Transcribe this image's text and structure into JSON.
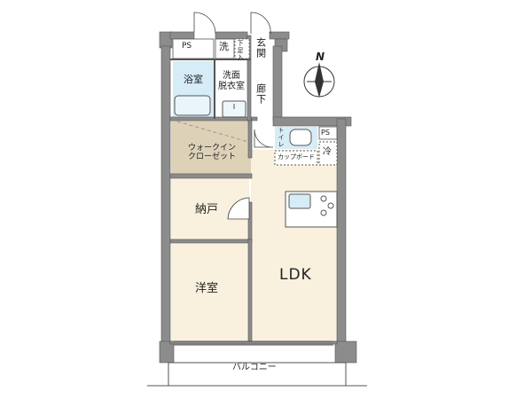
{
  "floor_plan": {
    "rooms": {
      "ps_top": "PS",
      "laundry": "洗",
      "shoe_storage": "下足入",
      "entrance": "玄関",
      "bath": "浴室",
      "washroom": "洗面\n脱衣室",
      "hallway": "廊下",
      "walk_in_closet": "ウォークイン\nクローゼット",
      "toilet": "トイレ",
      "ps_right": "PS",
      "cupboard": "カップボード",
      "fridge": "冷",
      "storage": "納戸",
      "western_room": "洋室",
      "ldk": "LDK",
      "balcony": "バルコニー"
    },
    "compass": {
      "north_label": "N"
    },
    "colors": {
      "wall": "#8c8c8c",
      "closet_fill": "#ddd1b8",
      "floor_fill": "#f9f0de",
      "wet_fill": "#d6ecf6",
      "white_fill": "#ffffff"
    }
  }
}
